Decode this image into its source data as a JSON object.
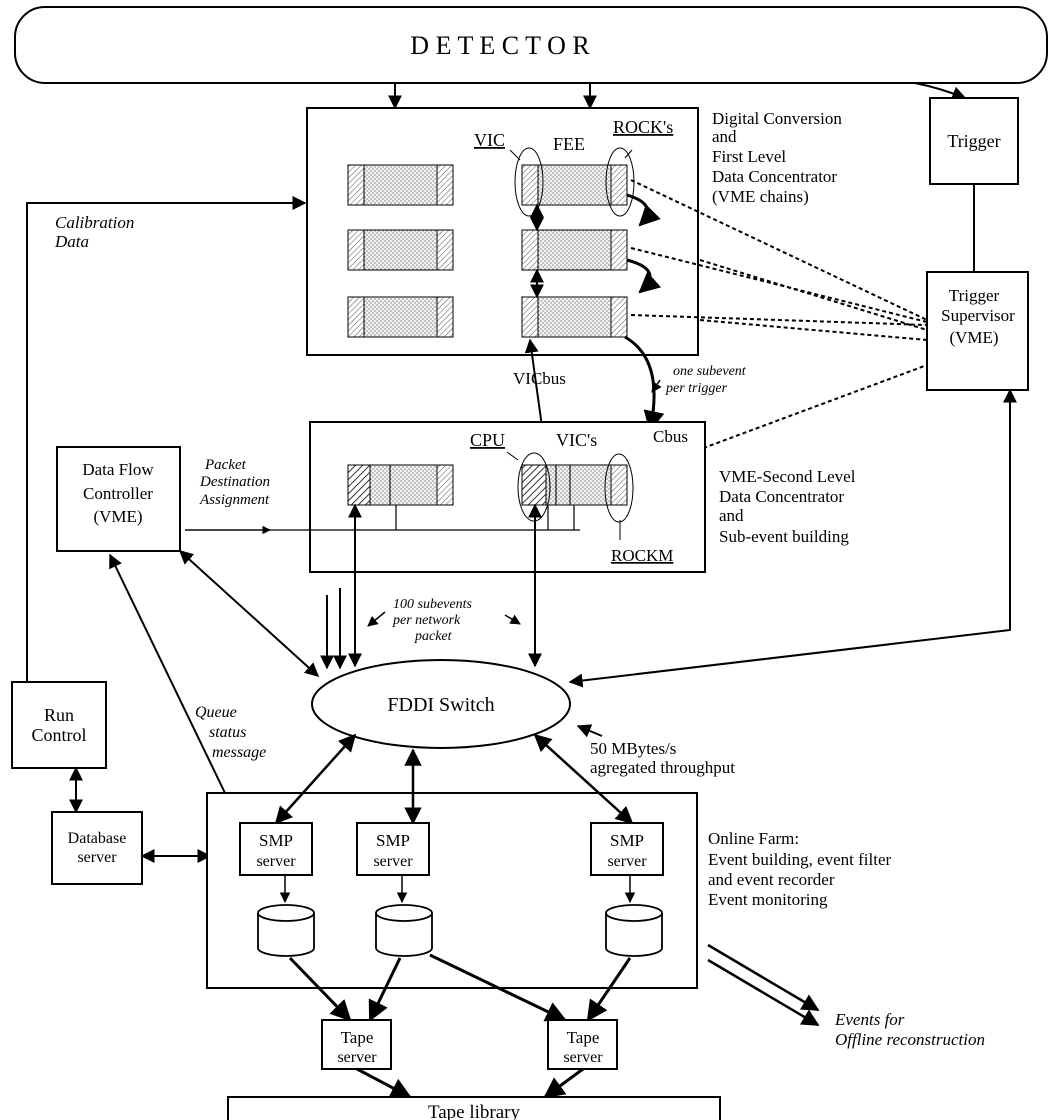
{
  "labels": {
    "detector": "D E T E C T O R",
    "trigger": "Trigger",
    "digital_conversion": [
      "Digital Conversion",
      "and",
      "First Level",
      "Data Concentrator",
      "(VME chains)"
    ],
    "calibration_data": [
      "Calibration",
      "Data"
    ],
    "vic": "VIC",
    "fee": "FEE",
    "rocks": "ROCK's",
    "trigger_supervisor": [
      "Trigger",
      "Supervisor",
      "(VME)"
    ],
    "vicbus": "VICbus",
    "one_subevent": [
      "one subevent",
      "per trigger"
    ],
    "cpu": "CPU",
    "vics": "VIC's",
    "cbus": "Cbus",
    "rockm": "ROCKM",
    "data_flow_controller": [
      "Data Flow",
      "Controller",
      "(VME)"
    ],
    "packet_destination": [
      "Packet",
      "Destination",
      "Assignment"
    ],
    "vme_second_level": [
      "VME-Second Level",
      "Data Concentrator",
      "and",
      "Sub-event building"
    ],
    "hundred_subevents": [
      "100 subevents",
      "per network",
      "packet"
    ],
    "fddi_switch": "FDDI Switch",
    "run_control": [
      "Run",
      "Control"
    ],
    "queue_status": [
      "Queue",
      "status",
      "message"
    ],
    "throughput": [
      "50 MBytes/s",
      "agregated throughput"
    ],
    "database_server": [
      "Database",
      "server"
    ],
    "smp_server": [
      "SMP",
      "server"
    ],
    "online_farm": [
      "Online Farm:",
      "Event building, event filter",
      "and event recorder",
      "Event monitoring"
    ],
    "tape_server": [
      "Tape",
      "server"
    ],
    "events_offline": [
      "Events for",
      "Offline reconstruction"
    ],
    "tape_library": "Tape library"
  },
  "colors": {
    "ink": "#000000",
    "background": "#ffffff",
    "module_fill": "#e8e8e8"
  }
}
